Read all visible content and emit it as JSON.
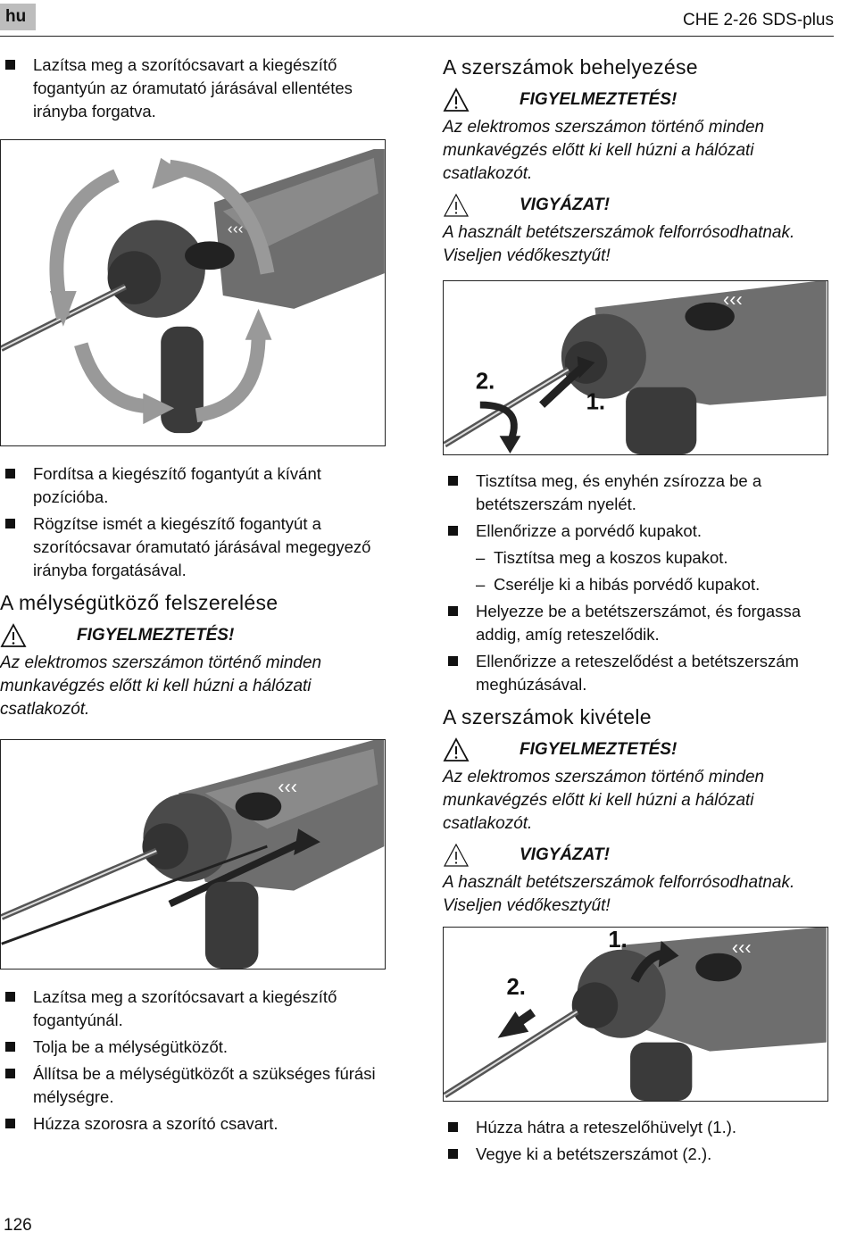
{
  "header": {
    "lang": "hu",
    "title": "CHE 2-26 SDS-plus"
  },
  "left": {
    "bullets_top": [
      "Lazítsa meg a szorítócsavart a kiegészítő fogantyún az óramutató járásával ellentétes irányba forgatva."
    ],
    "bullets_mid": [
      "Fordítsa a kiegészítő fogantyút a kívánt pozícióba.",
      "Rögzítse ismét a kiegészítő fogantyút a szorítócsavar óramutató járásával megegyező irányba forgatásával."
    ],
    "depth_section": {
      "heading": "A mélységütköző felszerelése",
      "warning_label": "FIGYELMEZTETÉS!",
      "warning_text": "Az elektromos szerszámon történő minden munkavégzés előtt ki kell húzni a hálózati csatlakozót."
    },
    "bullets_bottom": [
      "Lazítsa meg a szorítócsavart a kiegészítő fogantyúnál.",
      "Tolja be a mélységütközőt.",
      "Állítsa be a mélységütközőt a szükséges fúrási mélységre.",
      "Húzza szorosra a szorító csavart."
    ]
  },
  "right": {
    "insert_section": {
      "heading": "A szerszámok behelyezése",
      "warning_label": "FIGYELMEZTETÉS!",
      "warning_text": "Az elektromos szerszámon történő minden munkavégzés előtt ki kell húzni a hálózati csatlakozót.",
      "caution_label": "VIGYÁZAT!",
      "caution_text": "A használt betétszerszámok felforrósodhatnak. Viseljen védőkesztyűt!"
    },
    "figure_insert": {
      "step1": "1.",
      "step2": "2."
    },
    "bullets_insert": [
      "Tisztítsa meg, és enyhén zsírozza be a betétszerszám nyelét.",
      "Ellenőrizze a porvédő kupakot."
    ],
    "sub_items": [
      "Tisztítsa meg a koszos kupakot.",
      "Cserélje ki a hibás porvédő kupakot."
    ],
    "bullets_insert2": [
      "Helyezze be a betétszerszámot, és forgassa addig, amíg reteszelődik.",
      "Ellenőrizze a reteszelődést a betétszerszám meghúzásával."
    ],
    "remove_section": {
      "heading": "A szerszámok kivétele",
      "warning_label": "FIGYELMEZTETÉS!",
      "warning_text": "Az elektromos szerszámon történő minden munkavégzés előtt ki kell húzni a hálózati csatlakozót.",
      "caution_label": "VIGYÁZAT!",
      "caution_text": "A használt betétszerszámok felforrósodhatnak. Viseljen védőkesztyűt!"
    },
    "figure_remove": {
      "step1": "1.",
      "step2": "2."
    },
    "bullets_remove": [
      "Húzza hátra a reteszelőhüvelyt (1.).",
      "Vegye ki a betétszerszámot (2.)."
    ]
  },
  "page_number": "126"
}
